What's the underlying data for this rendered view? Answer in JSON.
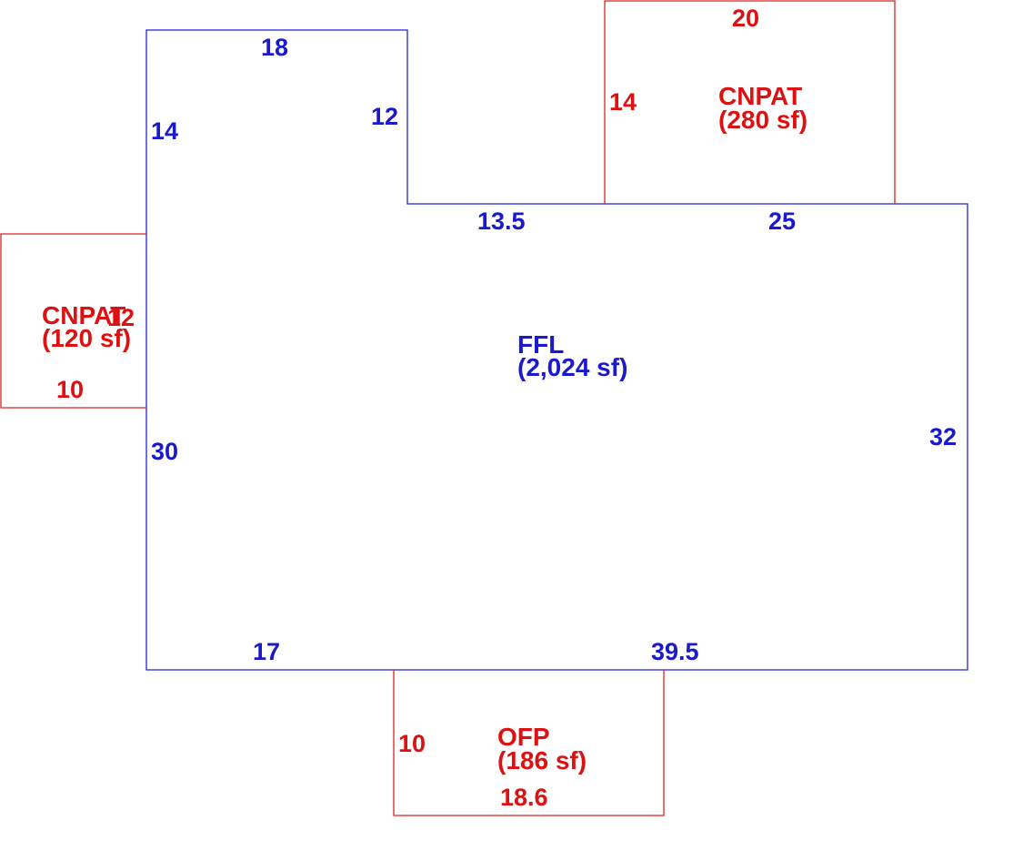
{
  "colors": {
    "main_structure": "#2222dd",
    "addition": "#dd2222"
  },
  "main": {
    "code": "FFL",
    "area": "(2,024 sf)",
    "dims": {
      "top_left": "18",
      "left_upper": "14",
      "notch_right": "12",
      "notch_bottom": "13.5",
      "top_right": "25",
      "right": "32",
      "left_lower": "30",
      "bottom_left": "17",
      "bottom_right": "39.5"
    }
  },
  "additions": [
    {
      "id": "cnpat-top",
      "code": "CNPAT",
      "area": "(280 sf)",
      "dims": {
        "top": "20",
        "left": "14"
      }
    },
    {
      "id": "cnpat-left",
      "code": "CNPAT",
      "area": "(120 sf)",
      "dims": {
        "side": "12",
        "bottom": "10"
      }
    },
    {
      "id": "ofp",
      "code": "OFP",
      "area": "(186 sf)",
      "dims": {
        "left": "10",
        "bottom": "18.6"
      }
    }
  ]
}
